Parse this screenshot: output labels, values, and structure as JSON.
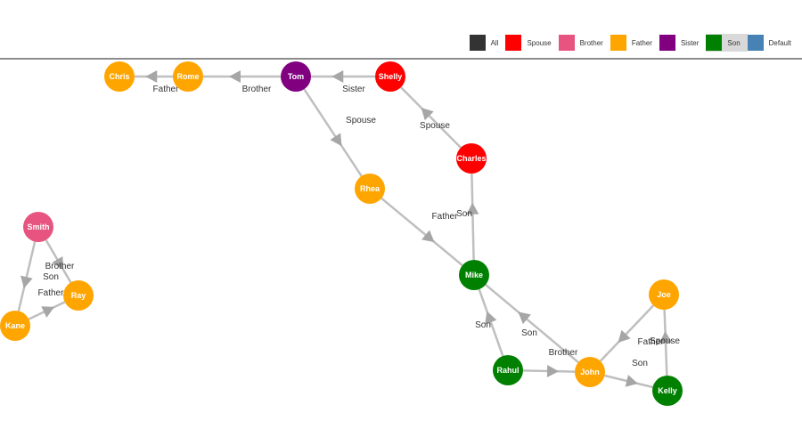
{
  "legend": {
    "items": [
      {
        "key": "all",
        "label": "All",
        "color": "#333333"
      },
      {
        "key": "spouse",
        "label": "Spouse",
        "color": "#ff0000"
      },
      {
        "key": "brother",
        "label": "Brother",
        "color": "#e75480"
      },
      {
        "key": "father",
        "label": "Father",
        "color": "#ffa500"
      },
      {
        "key": "sister",
        "label": "Sister",
        "color": "#800080"
      },
      {
        "key": "son",
        "label": "Son",
        "color": "#008000",
        "active": true
      },
      {
        "key": "default",
        "label": "Default",
        "color": "#4682b4"
      }
    ]
  },
  "graph": {
    "edge_color": "#bfbfbf",
    "arrow_color": "#a6a6a6",
    "nodes": [
      {
        "id": "chris",
        "label": "Chris",
        "type": "father"
      },
      {
        "id": "rome",
        "label": "Rome",
        "type": "father"
      },
      {
        "id": "tom",
        "label": "Tom",
        "type": "sister"
      },
      {
        "id": "shelly",
        "label": "Shelly",
        "type": "spouse"
      },
      {
        "id": "rhea",
        "label": "Rhea",
        "type": "father"
      },
      {
        "id": "charles",
        "label": "Charles",
        "type": "spouse"
      },
      {
        "id": "mike",
        "label": "Mike",
        "type": "son"
      },
      {
        "id": "rahul",
        "label": "Rahul",
        "type": "son"
      },
      {
        "id": "john",
        "label": "John",
        "type": "father"
      },
      {
        "id": "joe",
        "label": "Joe",
        "type": "father"
      },
      {
        "id": "kelly",
        "label": "Kelly",
        "type": "son"
      },
      {
        "id": "smith",
        "label": "Smith",
        "type": "brother"
      },
      {
        "id": "ray",
        "label": "Ray",
        "type": "father"
      },
      {
        "id": "kane",
        "label": "Kane",
        "type": "father"
      }
    ],
    "edges": [
      {
        "from": "rome",
        "to": "chris",
        "label": "Father"
      },
      {
        "from": "tom",
        "to": "rome",
        "label": "Brother"
      },
      {
        "from": "shelly",
        "to": "tom",
        "label": "Sister"
      },
      {
        "from": "tom",
        "to": "rhea",
        "label": "Spouse"
      },
      {
        "from": "charles",
        "to": "shelly",
        "label": "Spouse"
      },
      {
        "from": "mike",
        "to": "charles",
        "label": "Son"
      },
      {
        "from": "rhea",
        "to": "mike",
        "label": "Father"
      },
      {
        "from": "rahul",
        "to": "mike",
        "label": "Son"
      },
      {
        "from": "john",
        "to": "mike",
        "label": "Son"
      },
      {
        "from": "rahul",
        "to": "john",
        "label": "Brother"
      },
      {
        "from": "john",
        "to": "kelly",
        "label": "Son"
      },
      {
        "from": "joe",
        "to": "john",
        "label": "Father"
      },
      {
        "from": "kelly",
        "to": "joe",
        "label": "Spouse"
      },
      {
        "from": "smith",
        "to": "kane",
        "label": "Son"
      },
      {
        "from": "smith",
        "to": "ray",
        "label": "Brother"
      },
      {
        "from": "kane",
        "to": "ray",
        "label": "Father"
      }
    ]
  }
}
